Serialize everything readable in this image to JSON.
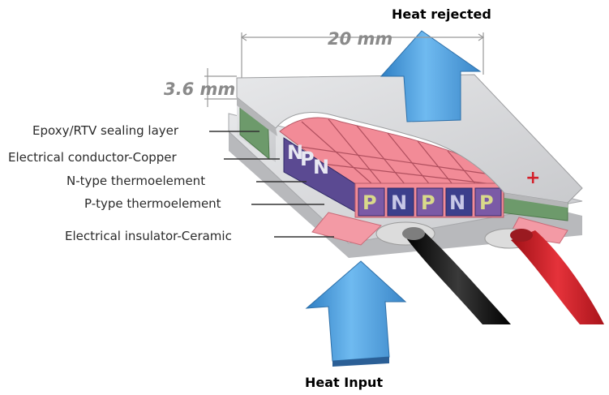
{
  "top_label": "Heat rejected",
  "bottom_label": "Heat Input",
  "dimensions": {
    "width": "20 mm",
    "height": "3.6 mm"
  },
  "layer_labels": [
    "Epoxy/RTV sealing layer",
    "Electrical conductor-Copper",
    "N-type thermoelement",
    "P-type thermoelement",
    "Electrical insulator-Ceramic"
  ],
  "elements": [
    "P",
    "N",
    "P",
    "N",
    "P"
  ],
  "polarity": "+",
  "colors": {
    "arrow": "#5aa8e6",
    "copper": "#f28b97",
    "n_type": "#3c3f8c",
    "p_type": "#7b5aa6",
    "ceramic": "#d9dadc",
    "seal": "#6d9a6b",
    "wire_positive": "#d4202a",
    "wire_negative": "#151515"
  }
}
